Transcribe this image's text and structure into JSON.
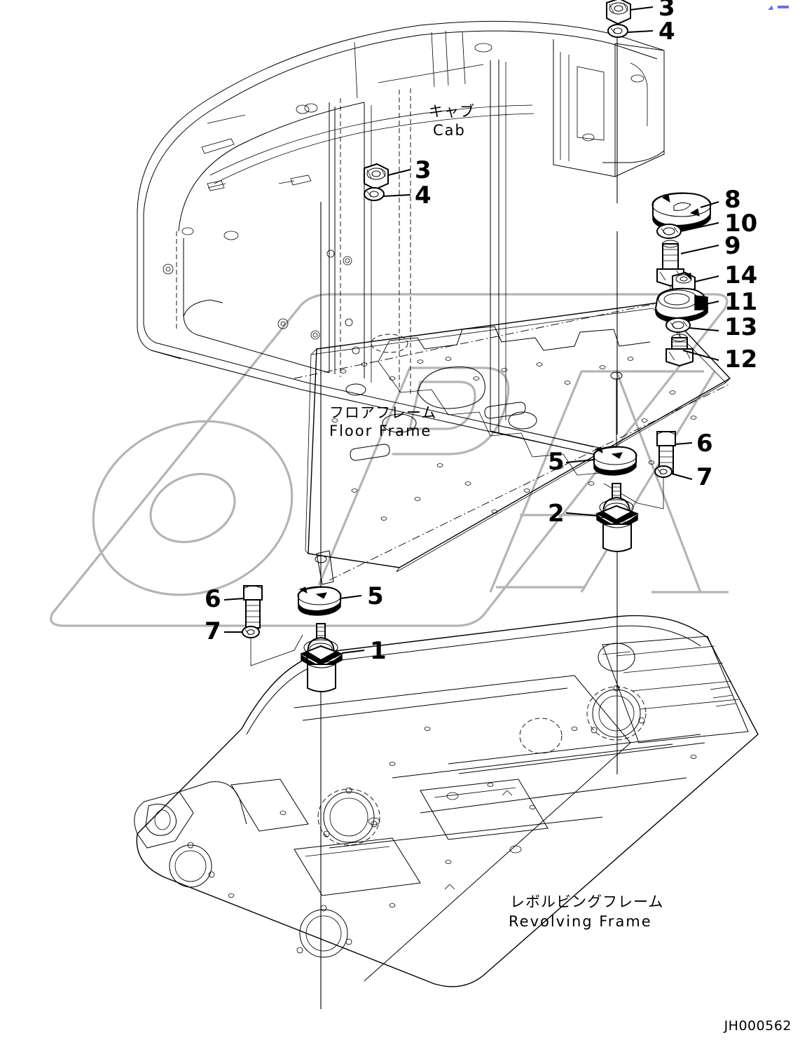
{
  "document": {
    "drawing_number": "JH000562",
    "type": "exploded-parts-diagram"
  },
  "assembly_labels": [
    {
      "id": "cab",
      "jp": "キャブ",
      "en": "Cab"
    },
    {
      "id": "floor-frame",
      "jp": "フロアフレーム",
      "en": "Floor Frame"
    },
    {
      "id": "revolving-frame",
      "jp": "レボルビングフレーム",
      "en": "Revolving Frame"
    }
  ],
  "callouts": [
    {
      "id": "c3-top",
      "number": "3",
      "part": "nut"
    },
    {
      "id": "c4-top",
      "number": "4",
      "part": "washer"
    },
    {
      "id": "c3-mid",
      "number": "3",
      "part": "nut"
    },
    {
      "id": "c4-mid",
      "number": "4",
      "part": "washer"
    },
    {
      "id": "c8",
      "number": "8",
      "part": "cap-plate"
    },
    {
      "id": "c10",
      "number": "10",
      "part": "lock-washer"
    },
    {
      "id": "c9",
      "number": "9",
      "part": "bolt"
    },
    {
      "id": "c14",
      "number": "14",
      "part": "nut"
    },
    {
      "id": "c11",
      "number": "11",
      "part": "bracket"
    },
    {
      "id": "c13",
      "number": "13",
      "part": "lock-washer"
    },
    {
      "id": "c12",
      "number": "12",
      "part": "bolt"
    },
    {
      "id": "c6-rear",
      "number": "6",
      "part": "bolt"
    },
    {
      "id": "c7-rear",
      "number": "7",
      "part": "washer"
    },
    {
      "id": "c5-rear",
      "number": "5",
      "part": "cap"
    },
    {
      "id": "c2",
      "number": "2",
      "part": "rear-mount-cushion"
    },
    {
      "id": "c6-front",
      "number": "6",
      "part": "bolt"
    },
    {
      "id": "c7-front",
      "number": "7",
      "part": "washer"
    },
    {
      "id": "c5-front",
      "number": "5",
      "part": "cap"
    },
    {
      "id": "c1",
      "number": "1",
      "part": "front-mount-cushion"
    }
  ],
  "watermark": {
    "text": "OPEX",
    "color": "#b4b4b4"
  },
  "marks": {
    "corner_artifact_color": "#6c6cf0"
  }
}
